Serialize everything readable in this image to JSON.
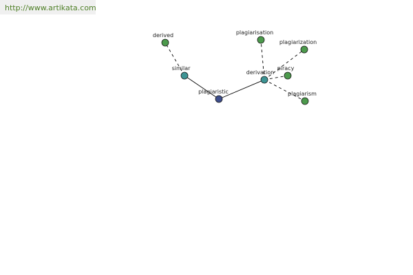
{
  "source": {
    "url_text": "http://www.artikata.com"
  },
  "colors": {
    "center_node": "#3e4e8c",
    "hub_node": "#3d9494",
    "leaf_node": "#4c9a4c",
    "banner_text": "#4e7f26",
    "banner_background": "#f0f0f0"
  },
  "graph": {
    "nodes": [
      {
        "id": "plagiaristic",
        "label": "plagiaristic",
        "kind": "center"
      },
      {
        "id": "similar",
        "label": "similar",
        "kind": "hub"
      },
      {
        "id": "derivation",
        "label": "derivation",
        "kind": "hub"
      },
      {
        "id": "derived",
        "label": "derived",
        "kind": "leaf"
      },
      {
        "id": "plagiarisation",
        "label": "plagiarisation",
        "kind": "leaf"
      },
      {
        "id": "plagiarization",
        "label": "plagiarization",
        "kind": "leaf"
      },
      {
        "id": "piracy",
        "label": "piracy",
        "kind": "leaf"
      },
      {
        "id": "plagiarism",
        "label": "plagiarism",
        "kind": "leaf"
      }
    ],
    "edges": [
      {
        "from": "plagiaristic",
        "to": "similar",
        "style": "solid"
      },
      {
        "from": "plagiaristic",
        "to": "derivation",
        "style": "solid"
      },
      {
        "from": "similar",
        "to": "derived",
        "style": "dashed"
      },
      {
        "from": "derivation",
        "to": "plagiarisation",
        "style": "dashed"
      },
      {
        "from": "derivation",
        "to": "plagiarization",
        "style": "dashed"
      },
      {
        "from": "derivation",
        "to": "piracy",
        "style": "dashed"
      },
      {
        "from": "derivation",
        "to": "plagiarism",
        "style": "dashed"
      }
    ]
  }
}
